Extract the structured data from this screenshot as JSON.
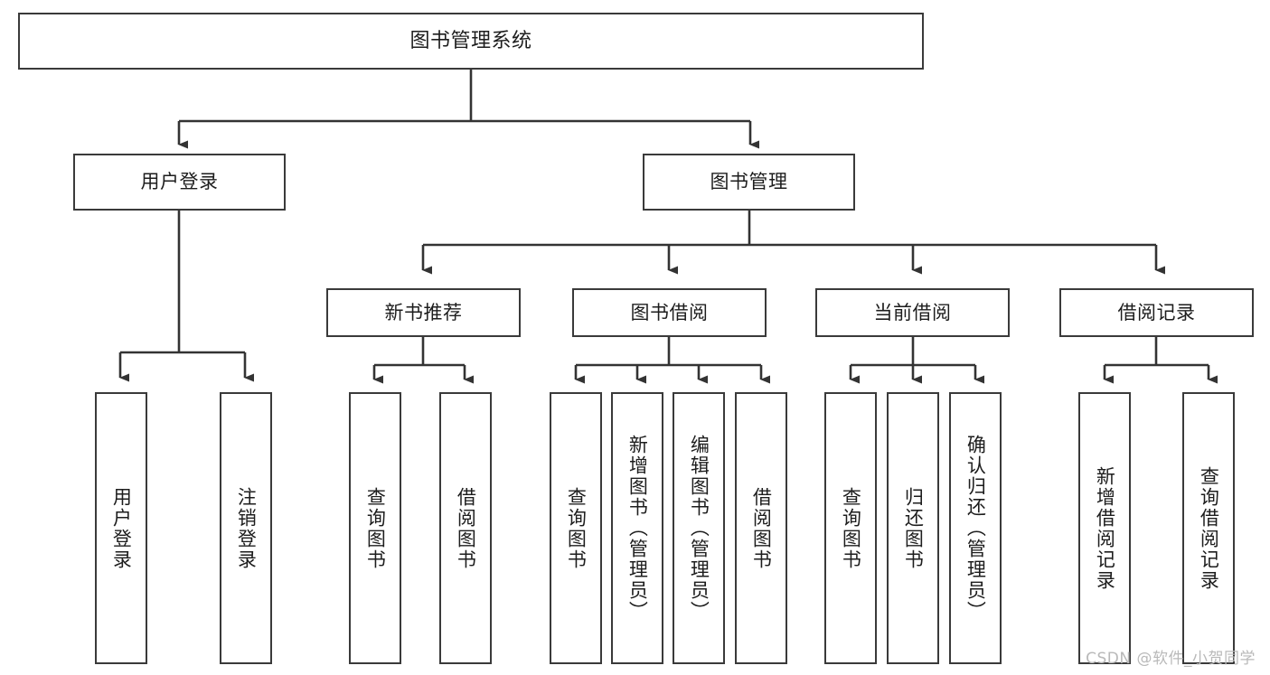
{
  "diagram": {
    "title": "图书管理系统",
    "type": "tree-hierarchy-chart",
    "watermark": "CSDN @软件_小贺同学",
    "colors": {
      "background": "#ffffff",
      "box_border": "#3a3a3a",
      "box_fill": "#ffffff",
      "text": "#1d1d1d",
      "connector": "#333333",
      "watermark": "#b9b9b9"
    },
    "levels": {
      "root": {
        "label": "图书管理系统"
      },
      "level2": [
        {
          "label": "用户登录"
        },
        {
          "label": "图书管理"
        }
      ],
      "level3": [
        {
          "label": "新书推荐"
        },
        {
          "label": "图书借阅"
        },
        {
          "label": "当前借阅"
        },
        {
          "label": "借阅记录"
        }
      ],
      "leaves": [
        {
          "label": "用户登录",
          "parent": "用户登录"
        },
        {
          "label": "注销登录",
          "parent": "用户登录"
        },
        {
          "label": "查询图书",
          "parent": "新书推荐"
        },
        {
          "label": "借阅图书",
          "parent": "新书推荐"
        },
        {
          "label": "查询图书",
          "parent": "图书借阅"
        },
        {
          "label": "新增图书（管理员）",
          "parent": "图书借阅"
        },
        {
          "label": "编辑图书（管理员）",
          "parent": "图书借阅"
        },
        {
          "label": "借阅图书",
          "parent": "图书借阅"
        },
        {
          "label": "查询图书",
          "parent": "当前借阅"
        },
        {
          "label": "归还图书",
          "parent": "当前借阅"
        },
        {
          "label": "确认归还（管理员）",
          "parent": "当前借阅"
        },
        {
          "label": "新增借阅记录",
          "parent": "借阅记录"
        },
        {
          "label": "查询借阅记录",
          "parent": "借阅记录"
        }
      ]
    }
  }
}
